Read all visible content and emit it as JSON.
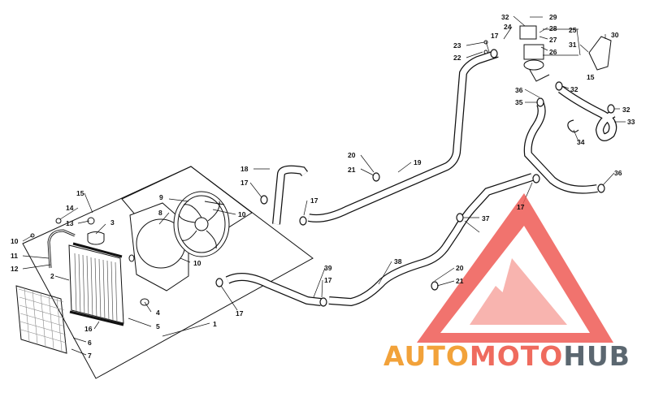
{
  "part_labels": [
    "1",
    "2",
    "3",
    "4",
    "5",
    "6",
    "7",
    "8",
    "9",
    "10",
    "10",
    "10",
    "11",
    "12",
    "13",
    "14",
    "15",
    "15",
    "16",
    "17",
    "17",
    "17",
    "17",
    "17",
    "17",
    "18",
    "19",
    "20",
    "20",
    "21",
    "21",
    "22",
    "23",
    "24",
    "25",
    "26",
    "27",
    "28",
    "29",
    "30",
    "31",
    "32",
    "32",
    "32",
    "33",
    "34",
    "35",
    "36",
    "36",
    "37",
    "38",
    "39"
  ],
  "watermark": {
    "words": [
      {
        "text": "AUTO",
        "color": "#f2a23a"
      },
      {
        "text": "MOTO",
        "color": "#ef6b5e"
      },
      {
        "text": "HUB",
        "color": "#5b6770"
      }
    ],
    "logo_colors": [
      "#ef5b55",
      "#f7a8a2"
    ]
  }
}
